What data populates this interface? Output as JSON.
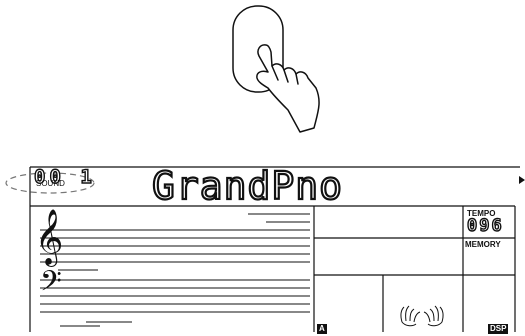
{
  "display": {
    "voice_number": "00 1",
    "voice_name": "GrandPno",
    "sound_label": "SOUND",
    "tempo_label": "TEMPO",
    "tempo_value": "096",
    "memory_label": "MEMORY",
    "a_indicator": "A",
    "dsp_indicator": "DSP"
  },
  "icons": {
    "treble_clef": "𝄞",
    "bass_clef": "𝄢",
    "hands": "hands-icon",
    "finger": "finger-press-icon"
  }
}
